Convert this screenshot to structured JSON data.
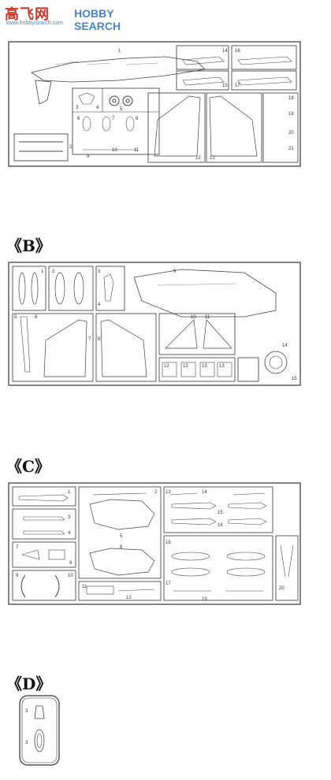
{
  "watermark": {
    "brand_cn": "高飞网",
    "brand_en": "HOBBY SEARCH",
    "url": "www.hobbysearch.com"
  },
  "sections": [
    {
      "id": "A",
      "label": ""
    },
    {
      "id": "B",
      "label": "《B》"
    },
    {
      "id": "C",
      "label": "《C》"
    },
    {
      "id": "D",
      "label": "《D》"
    }
  ],
  "sprue_A": {
    "numbers": [
      "1",
      "2",
      "3",
      "4",
      "5",
      "6",
      "7",
      "8",
      "9",
      "10",
      "11",
      "12",
      "13",
      "14",
      "15",
      "16",
      "17",
      "18",
      "19",
      "20",
      "21"
    ]
  },
  "sprue_B": {
    "numbers": [
      "1",
      "2",
      "3",
      "4",
      "5",
      "6",
      "7",
      "8",
      "9",
      "10",
      "11",
      "12",
      "12",
      "13",
      "13",
      "14",
      "15"
    ]
  },
  "sprue_C": {
    "numbers": [
      "1",
      "2",
      "3",
      "4",
      "5",
      "6",
      "7",
      "8",
      "9",
      "10",
      "11",
      "12",
      "13",
      "14",
      "15",
      "16",
      "17",
      "18",
      "19",
      "20"
    ]
  },
  "sprue_D": {
    "numbers": [
      "3",
      "3"
    ]
  }
}
